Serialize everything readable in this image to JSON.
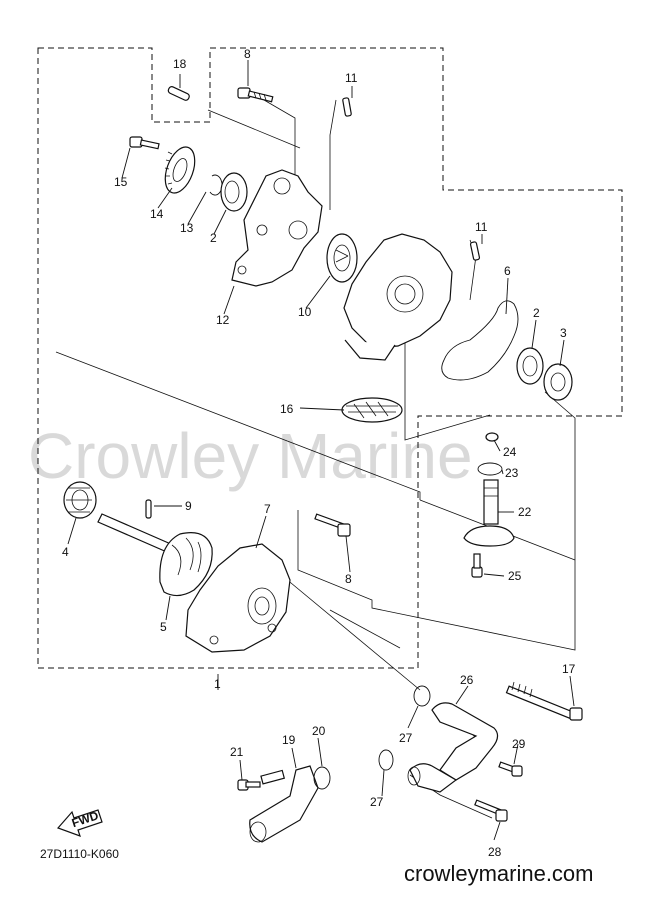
{
  "diagram": {
    "code": "27D1110-K060",
    "fwd_label": "FWD",
    "watermark": "Crowley Marine",
    "site": "crowleymarine.com"
  },
  "callouts": {
    "c1": "1",
    "c2a": "2",
    "c2b": "2",
    "c3": "3",
    "c4": "4",
    "c5": "5",
    "c6": "6",
    "c7": "7",
    "c8a": "8",
    "c8b": "8",
    "c9": "9",
    "c10": "10",
    "c11a": "11",
    "c11b": "11",
    "c12": "12",
    "c13": "13",
    "c14": "14",
    "c15": "15",
    "c16": "16",
    "c17": "17",
    "c18": "18",
    "c19": "19",
    "c20": "20",
    "c21": "21",
    "c22": "22",
    "c23": "23",
    "c24": "24",
    "c25": "25",
    "c26": "26",
    "c27a": "27",
    "c27b": "27",
    "c28": "28",
    "c29": "29"
  }
}
